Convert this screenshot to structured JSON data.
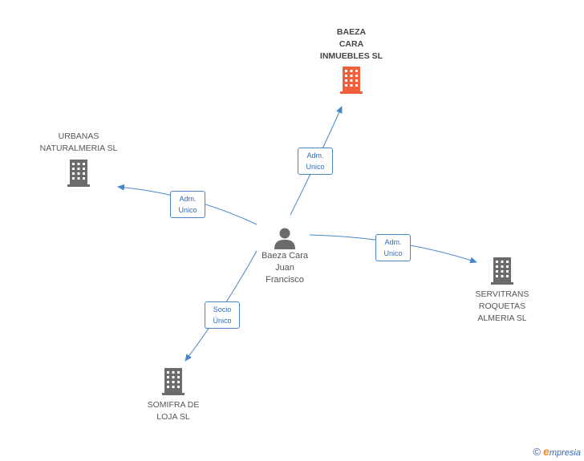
{
  "person": {
    "name": "Baeza Cara\nJuan\nFrancisco"
  },
  "companies": {
    "baeza": {
      "name": "BAEZA\nCARA\nINMUEBLES SL",
      "color": "#f0603a"
    },
    "urbanas": {
      "name": "URBANAS\nNATURALMERIA SL",
      "color": "#6b6b6b"
    },
    "servitrans": {
      "name": "SERVITRANS\nROQUETAS\nALMERIA SL",
      "color": "#6b6b6b"
    },
    "somifra": {
      "name": "SOMIFRA DE\nLOJA SL",
      "color": "#6b6b6b"
    }
  },
  "edges": {
    "to_baeza": "Adm.\nUnico",
    "to_urbanas": "Adm.\nUnico",
    "to_servitrans": "Adm.\nUnico",
    "to_somifra": "Socio\nÚnico"
  },
  "footer": {
    "copyright": "©",
    "brand_initial": "e",
    "brand_rest": "mpresia"
  },
  "colors": {
    "edge": "#4a85c8",
    "person_icon": "#6b6b6b"
  }
}
